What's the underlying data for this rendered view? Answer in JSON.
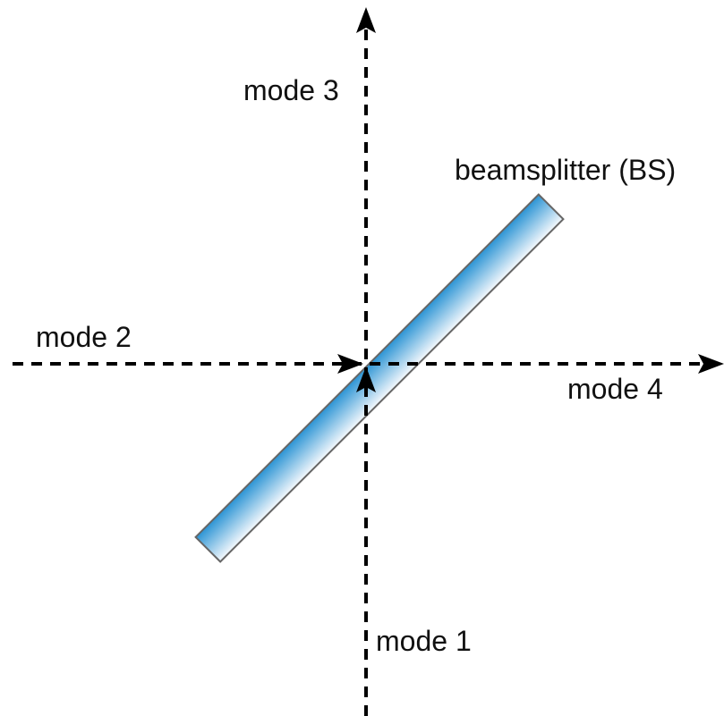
{
  "labels": {
    "mode1": "mode 1",
    "mode2": "mode 2",
    "mode3": "mode 3",
    "mode4": "mode 4",
    "beamsplitter": "beamsplitter (BS)"
  },
  "colors": {
    "line": "#000000",
    "bs_gradient_dark": "#2b94d4",
    "bs_gradient_light": "#f4f8fc",
    "bs_border": "#666666"
  }
}
